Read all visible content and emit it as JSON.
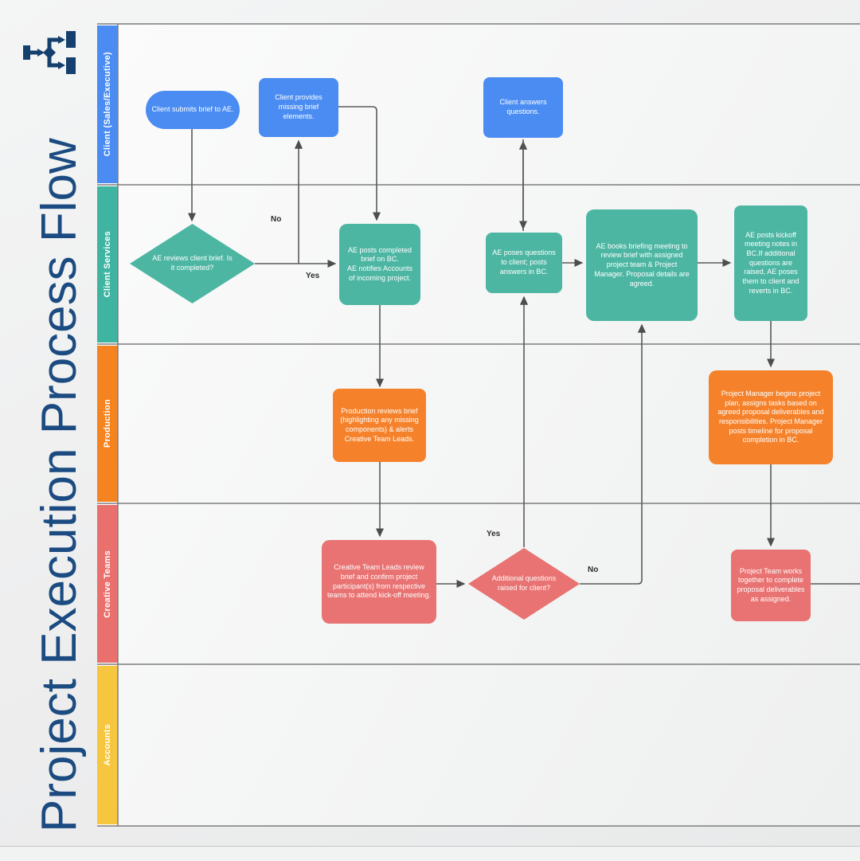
{
  "title": "Project Execution Process Flow",
  "icon": "flowchart-icon",
  "colors": {
    "title": "#1b4b80",
    "connector": "#5a5a5a",
    "lane_border": "#7d7d7d",
    "node_text": "#ffffff"
  },
  "diagram": {
    "lanes": [
      {
        "label": "Client (Sales/Executive)",
        "color": "#4a8cf2"
      },
      {
        "label": "Client Services",
        "color": "#3fb4a1"
      },
      {
        "label": "Production",
        "color": "#f5831f"
      },
      {
        "label": "Creative Teams",
        "color": "#e9706d"
      },
      {
        "label": "Accounts",
        "color": "#f6c73e"
      }
    ],
    "nodes": [
      {
        "id": "client_submits",
        "lane": "Client (Sales/Executive)",
        "shape": "terminator",
        "color": "#4a8cf2",
        "text": "Client submits brief to AE."
      },
      {
        "id": "client_provides_missing",
        "lane": "Client (Sales/Executive)",
        "shape": "process",
        "color": "#4a8cf2",
        "text": "Client provides missing brief elements."
      },
      {
        "id": "client_answers",
        "lane": "Client (Sales/Executive)",
        "shape": "process",
        "color": "#4a8cf2",
        "text": "Client answers questions."
      },
      {
        "id": "ae_reviews_brief",
        "lane": "Client Services",
        "shape": "decision",
        "color": "#4db6a3",
        "text": "AE reviews client brief. Is it completed?"
      },
      {
        "id": "ae_posts_completed",
        "lane": "Client Services",
        "shape": "process",
        "color": "#4db6a3",
        "text": "AE posts completed brief on BC.\nAE notifies Accounts of incoming project."
      },
      {
        "id": "ae_poses_questions",
        "lane": "Client Services",
        "shape": "process",
        "color": "#4db6a3",
        "text": "AE poses questions to client; posts answers in BC."
      },
      {
        "id": "ae_books_meeting",
        "lane": "Client Services",
        "shape": "process",
        "color": "#4db6a3",
        "text": "AE books briefing meeting to review brief with assigned project team & Project Manager. Proposal details are agreed."
      },
      {
        "id": "ae_posts_kickoff",
        "lane": "Client Services",
        "shape": "process",
        "color": "#4db6a3",
        "text": "AE posts kickoff meeting notes in BC.If additional questions are raised, AE poses them to client and reverts in BC."
      },
      {
        "id": "production_reviews",
        "lane": "Production",
        "shape": "process",
        "color": "#f5822b",
        "text": "Production reviews brief (highlighting any missing components) & alerts Creative Team Leads."
      },
      {
        "id": "pm_begins_plan",
        "lane": "Production",
        "shape": "process",
        "color": "#f5822b",
        "text": "Project Manager begins project plan, assigns tasks based on agreed proposal deliverables and responsibilities. Project Manager posts timeline for proposal completion in BC."
      },
      {
        "id": "creative_leads_review",
        "lane": "Creative Teams",
        "shape": "process",
        "color": "#e87372",
        "text": "Creative Team Leads review brief and confirm project participant(s) from respective teams to attend kick-off meeting."
      },
      {
        "id": "additional_questions",
        "lane": "Creative Teams",
        "shape": "decision",
        "color": "#e87372",
        "text": "Additional questions raised for client?"
      },
      {
        "id": "project_team_works",
        "lane": "Creative Teams",
        "shape": "process",
        "color": "#e87372",
        "text": "Project Team works together to complete proposal deliverables as assigned."
      }
    ],
    "edges": [
      {
        "from": "client_submits",
        "to": "ae_reviews_brief",
        "label": ""
      },
      {
        "from": "ae_reviews_brief",
        "to": "client_provides_missing",
        "label": "No"
      },
      {
        "from": "ae_reviews_brief",
        "to": "ae_posts_completed",
        "label": "Yes"
      },
      {
        "from": "client_provides_missing",
        "to": "ae_posts_completed",
        "label": ""
      },
      {
        "from": "ae_posts_completed",
        "to": "production_reviews",
        "label": ""
      },
      {
        "from": "production_reviews",
        "to": "creative_leads_review",
        "label": ""
      },
      {
        "from": "creative_leads_review",
        "to": "additional_questions",
        "label": ""
      },
      {
        "from": "additional_questions",
        "to": "ae_poses_questions",
        "label": "Yes"
      },
      {
        "from": "additional_questions",
        "to": "ae_books_meeting",
        "label": "No"
      },
      {
        "from": "ae_poses_questions",
        "to": "client_answers",
        "label": "",
        "bidirectional": true
      },
      {
        "from": "ae_poses_questions",
        "to": "ae_books_meeting",
        "label": ""
      },
      {
        "from": "ae_books_meeting",
        "to": "ae_posts_kickoff",
        "label": ""
      },
      {
        "from": "ae_posts_kickoff",
        "to": "pm_begins_plan",
        "label": ""
      },
      {
        "from": "pm_begins_plan",
        "to": "project_team_works",
        "label": ""
      },
      {
        "from": "project_team_works",
        "to": "(off-canvas right)",
        "label": ""
      }
    ]
  }
}
